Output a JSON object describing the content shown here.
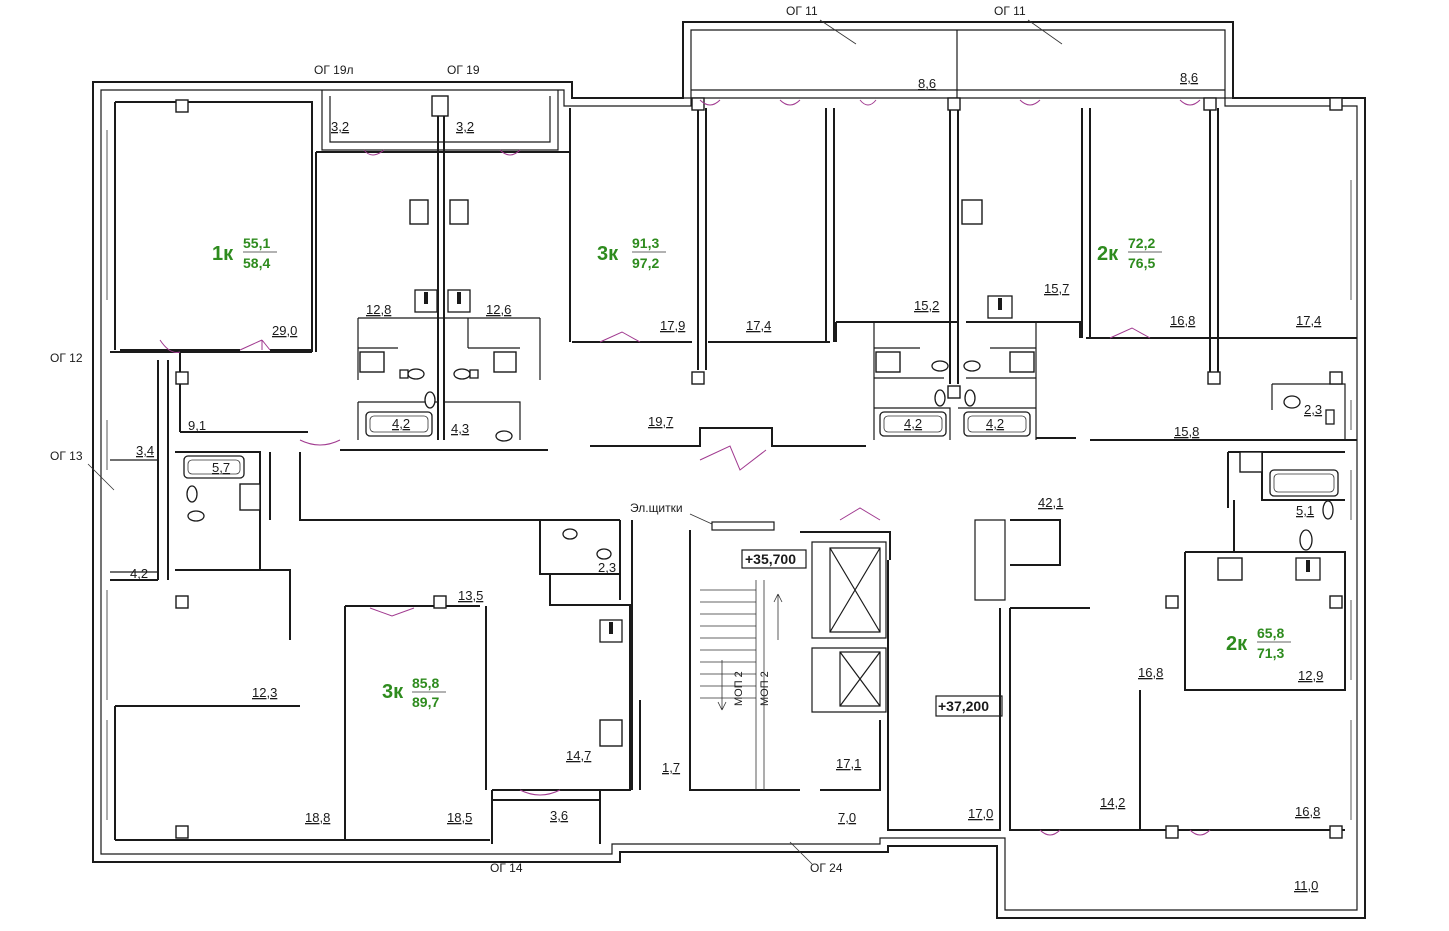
{
  "rooms": [
    {
      "id": "r1",
      "label": "29,0"
    },
    {
      "id": "r2",
      "label": "3,2"
    },
    {
      "id": "r3",
      "label": "3,2"
    },
    {
      "id": "r4",
      "label": "12,8"
    },
    {
      "id": "r5",
      "label": "12,6"
    },
    {
      "id": "r6",
      "label": "4,2"
    },
    {
      "id": "r7",
      "label": "4,3"
    },
    {
      "id": "r8",
      "label": "9,1"
    },
    {
      "id": "r9",
      "label": "3,4"
    },
    {
      "id": "r10",
      "label": "5,7"
    },
    {
      "id": "r11",
      "label": "4,2"
    },
    {
      "id": "r12",
      "label": "19,7"
    },
    {
      "id": "r13",
      "label": "17,9"
    },
    {
      "id": "r14",
      "label": "17,4"
    },
    {
      "id": "r15",
      "label": "8,6"
    },
    {
      "id": "r16",
      "label": "8,6"
    },
    {
      "id": "r17",
      "label": "15,2"
    },
    {
      "id": "r18",
      "label": "15,7"
    },
    {
      "id": "r19",
      "label": "4,2"
    },
    {
      "id": "r20",
      "label": "4,2"
    },
    {
      "id": "r21",
      "label": "16,8"
    },
    {
      "id": "r22",
      "label": "17,4"
    },
    {
      "id": "r23",
      "label": "15,8"
    },
    {
      "id": "r24",
      "label": "2,3"
    },
    {
      "id": "r25",
      "label": "42,1"
    },
    {
      "id": "r26",
      "label": "5,1"
    },
    {
      "id": "r27",
      "label": "2,3"
    },
    {
      "id": "r28",
      "label": "13,5"
    },
    {
      "id": "r29",
      "label": "12,3"
    },
    {
      "id": "r30",
      "label": "14,7"
    },
    {
      "id": "r31",
      "label": "1,7"
    },
    {
      "id": "r32",
      "label": "17,1"
    },
    {
      "id": "r33",
      "label": "18,8"
    },
    {
      "id": "r34",
      "label": "18,5"
    },
    {
      "id": "r35",
      "label": "3,6"
    },
    {
      "id": "r36",
      "label": "7,0"
    },
    {
      "id": "r37",
      "label": "17,0"
    },
    {
      "id": "r38",
      "label": "16,8"
    },
    {
      "id": "r39",
      "label": "12,9"
    },
    {
      "id": "r40",
      "label": "14,2"
    },
    {
      "id": "r41",
      "label": "16,8"
    },
    {
      "id": "r42",
      "label": "11,0"
    }
  ],
  "apartments": [
    {
      "id": "a1",
      "type": "1к",
      "living": "55,1",
      "total": "58,4"
    },
    {
      "id": "a2",
      "type": "3к",
      "living": "91,3",
      "total": "97,2"
    },
    {
      "id": "a3",
      "type": "2к",
      "living": "72,2",
      "total": "76,5"
    },
    {
      "id": "a4",
      "type": "3к",
      "living": "85,8",
      "total": "89,7"
    },
    {
      "id": "a5",
      "type": "2к",
      "living": "65,8",
      "total": "71,3"
    }
  ],
  "tags": {
    "og11a": "ОГ 11",
    "og11b": "ОГ 11",
    "og19l": "ОГ 19л",
    "og19": "ОГ 19",
    "og12": "ОГ 12",
    "og13": "ОГ 13",
    "og14": "ОГ 14",
    "og24": "ОГ 24",
    "panel": "Эл.щитки",
    "mop_a": "МОП 2",
    "mop_b": "МОП 2"
  },
  "levels": {
    "stair": "+35,700",
    "floor": "+37,200"
  }
}
